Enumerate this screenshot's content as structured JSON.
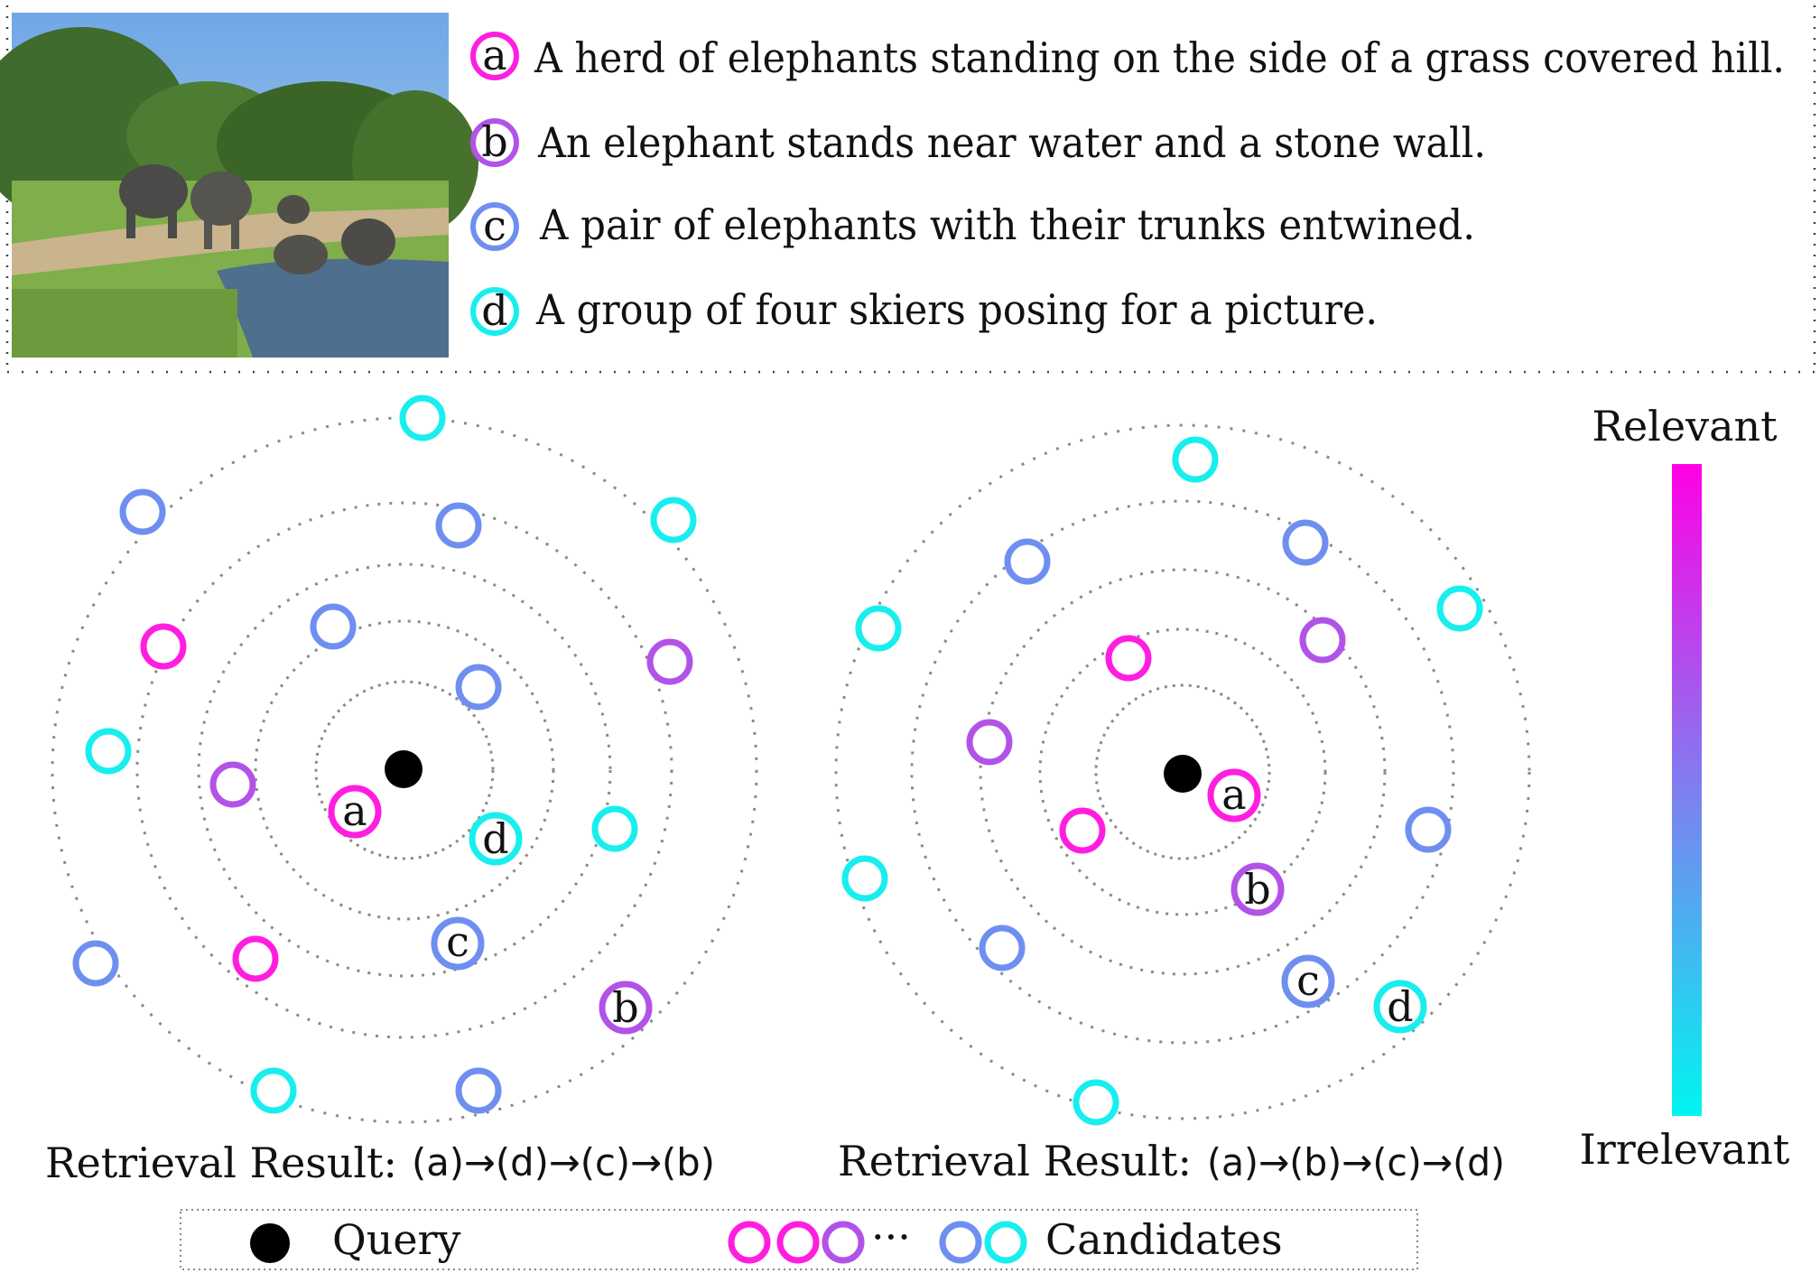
{
  "captions": [
    {
      "letter": "a",
      "text": "A herd of elephants standing on the side of a grass covered hill.",
      "color": "#ff1ee0"
    },
    {
      "letter": "b",
      "text": "An elephant stands near water and a stone wall.",
      "color": "#b253e8"
    },
    {
      "letter": "c",
      "text": "A pair of elephants with their trunks entwined.",
      "color": "#6f8ff0"
    },
    {
      "letter": "d",
      "text": "A group of four skiers posing for a picture.",
      "color": "#19eeee"
    }
  ],
  "colors": {
    "a": "#ff1ee0",
    "b": "#b253e8",
    "c": "#6f8ff0",
    "d": "#19eeee",
    "query": "#000000",
    "ring": "#8a8a8a"
  },
  "left_panel": {
    "result_label": "Retrieval Result:",
    "result_order": "(a)→(d)→(c)→(b)"
  },
  "right_panel": {
    "result_label": "Retrieval Result:",
    "result_order": "(a)→(b)→(c)→(d)"
  },
  "colorbar": {
    "top_label": "Relevant",
    "bottom_label": "Irrelevant",
    "top_color": "#ff00e6",
    "mid_color": "#7f7ff0",
    "bottom_color": "#00f5f0"
  },
  "legend": {
    "query_label": "Query",
    "candidates_label": "Candidates",
    "ellipsis": "···"
  },
  "photo": {
    "icon": "elephants-photo"
  }
}
